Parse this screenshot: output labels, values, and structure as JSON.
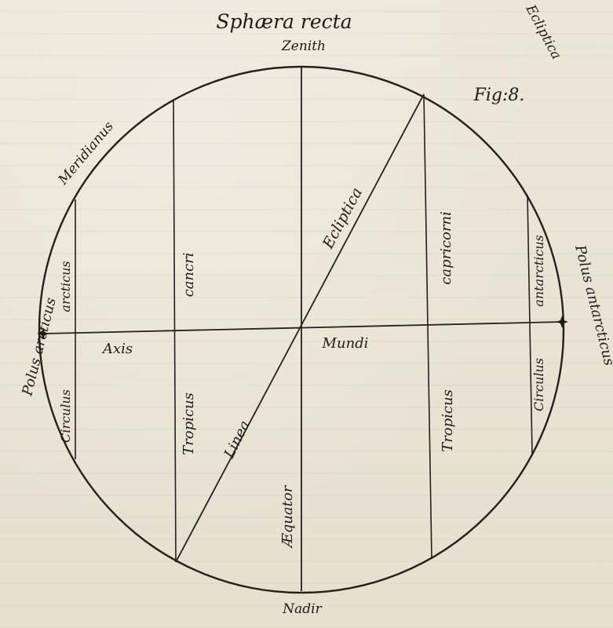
{
  "title": "Sphæra recta",
  "figure_label": "Fig:8.",
  "corner_text": "Ecliptica",
  "labels": {
    "zenith": "Zenith",
    "nadir": "Nadir",
    "meridianus": "Meridianus",
    "ecliptica": "Ecliptica",
    "polus_arcticus": "Polus arcticus",
    "polus_antarcticus": "Polus antarcticus",
    "circulus_arcticus_1": "Circulus",
    "circulus_arcticus_2": "arcticus",
    "circulus_antarcticus_1": "Circulus",
    "circulus_antarcticus_2": "antarcticus",
    "tropicus_cancri_1": "Tropicus",
    "tropicus_cancri_2": "cancri",
    "tropicus_capricorni_1": "Tropicus",
    "tropicus_capricorni_2": "capricorni",
    "axis": "Axis",
    "mundi": "Mundi",
    "linea": "Linea",
    "aequator": "Æquator"
  }
}
